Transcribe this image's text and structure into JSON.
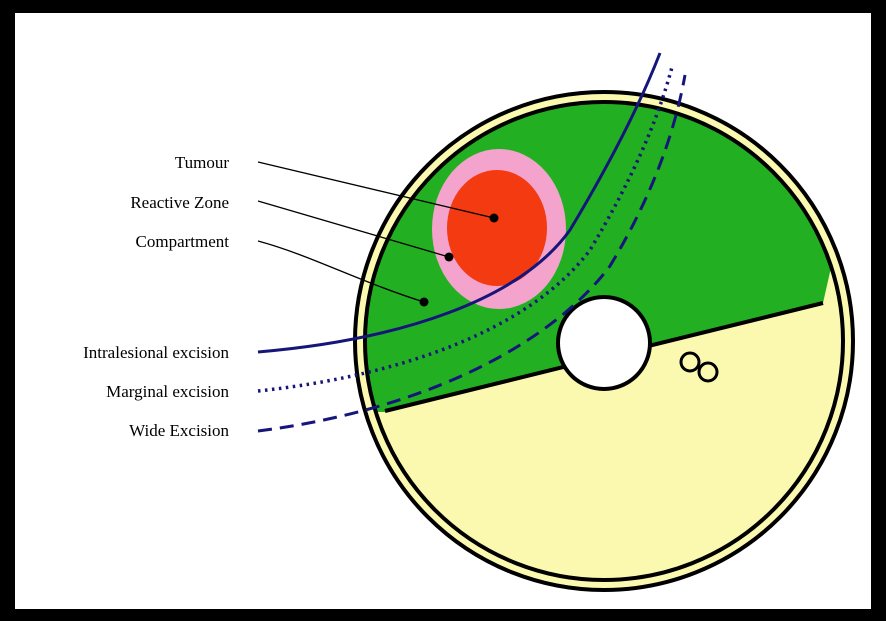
{
  "labels": {
    "tumour": "Tumour",
    "reactive_zone": "Reactive Zone",
    "compartment": "Compartment",
    "intralesional": "Intralesional excision",
    "marginal": "Marginal excision",
    "wide": "Wide Excision"
  },
  "colors": {
    "background": "#000000",
    "canvas": "#ffffff",
    "bone_cortex": "#fbf8b0",
    "compartment": "#22b022",
    "reactive_zone": "#f4a3cc",
    "tumour": "#f43a10",
    "excision_line": "#16167a",
    "outline": "#000000"
  },
  "icons": {
    "neurovascular": "double-circle-icon"
  }
}
